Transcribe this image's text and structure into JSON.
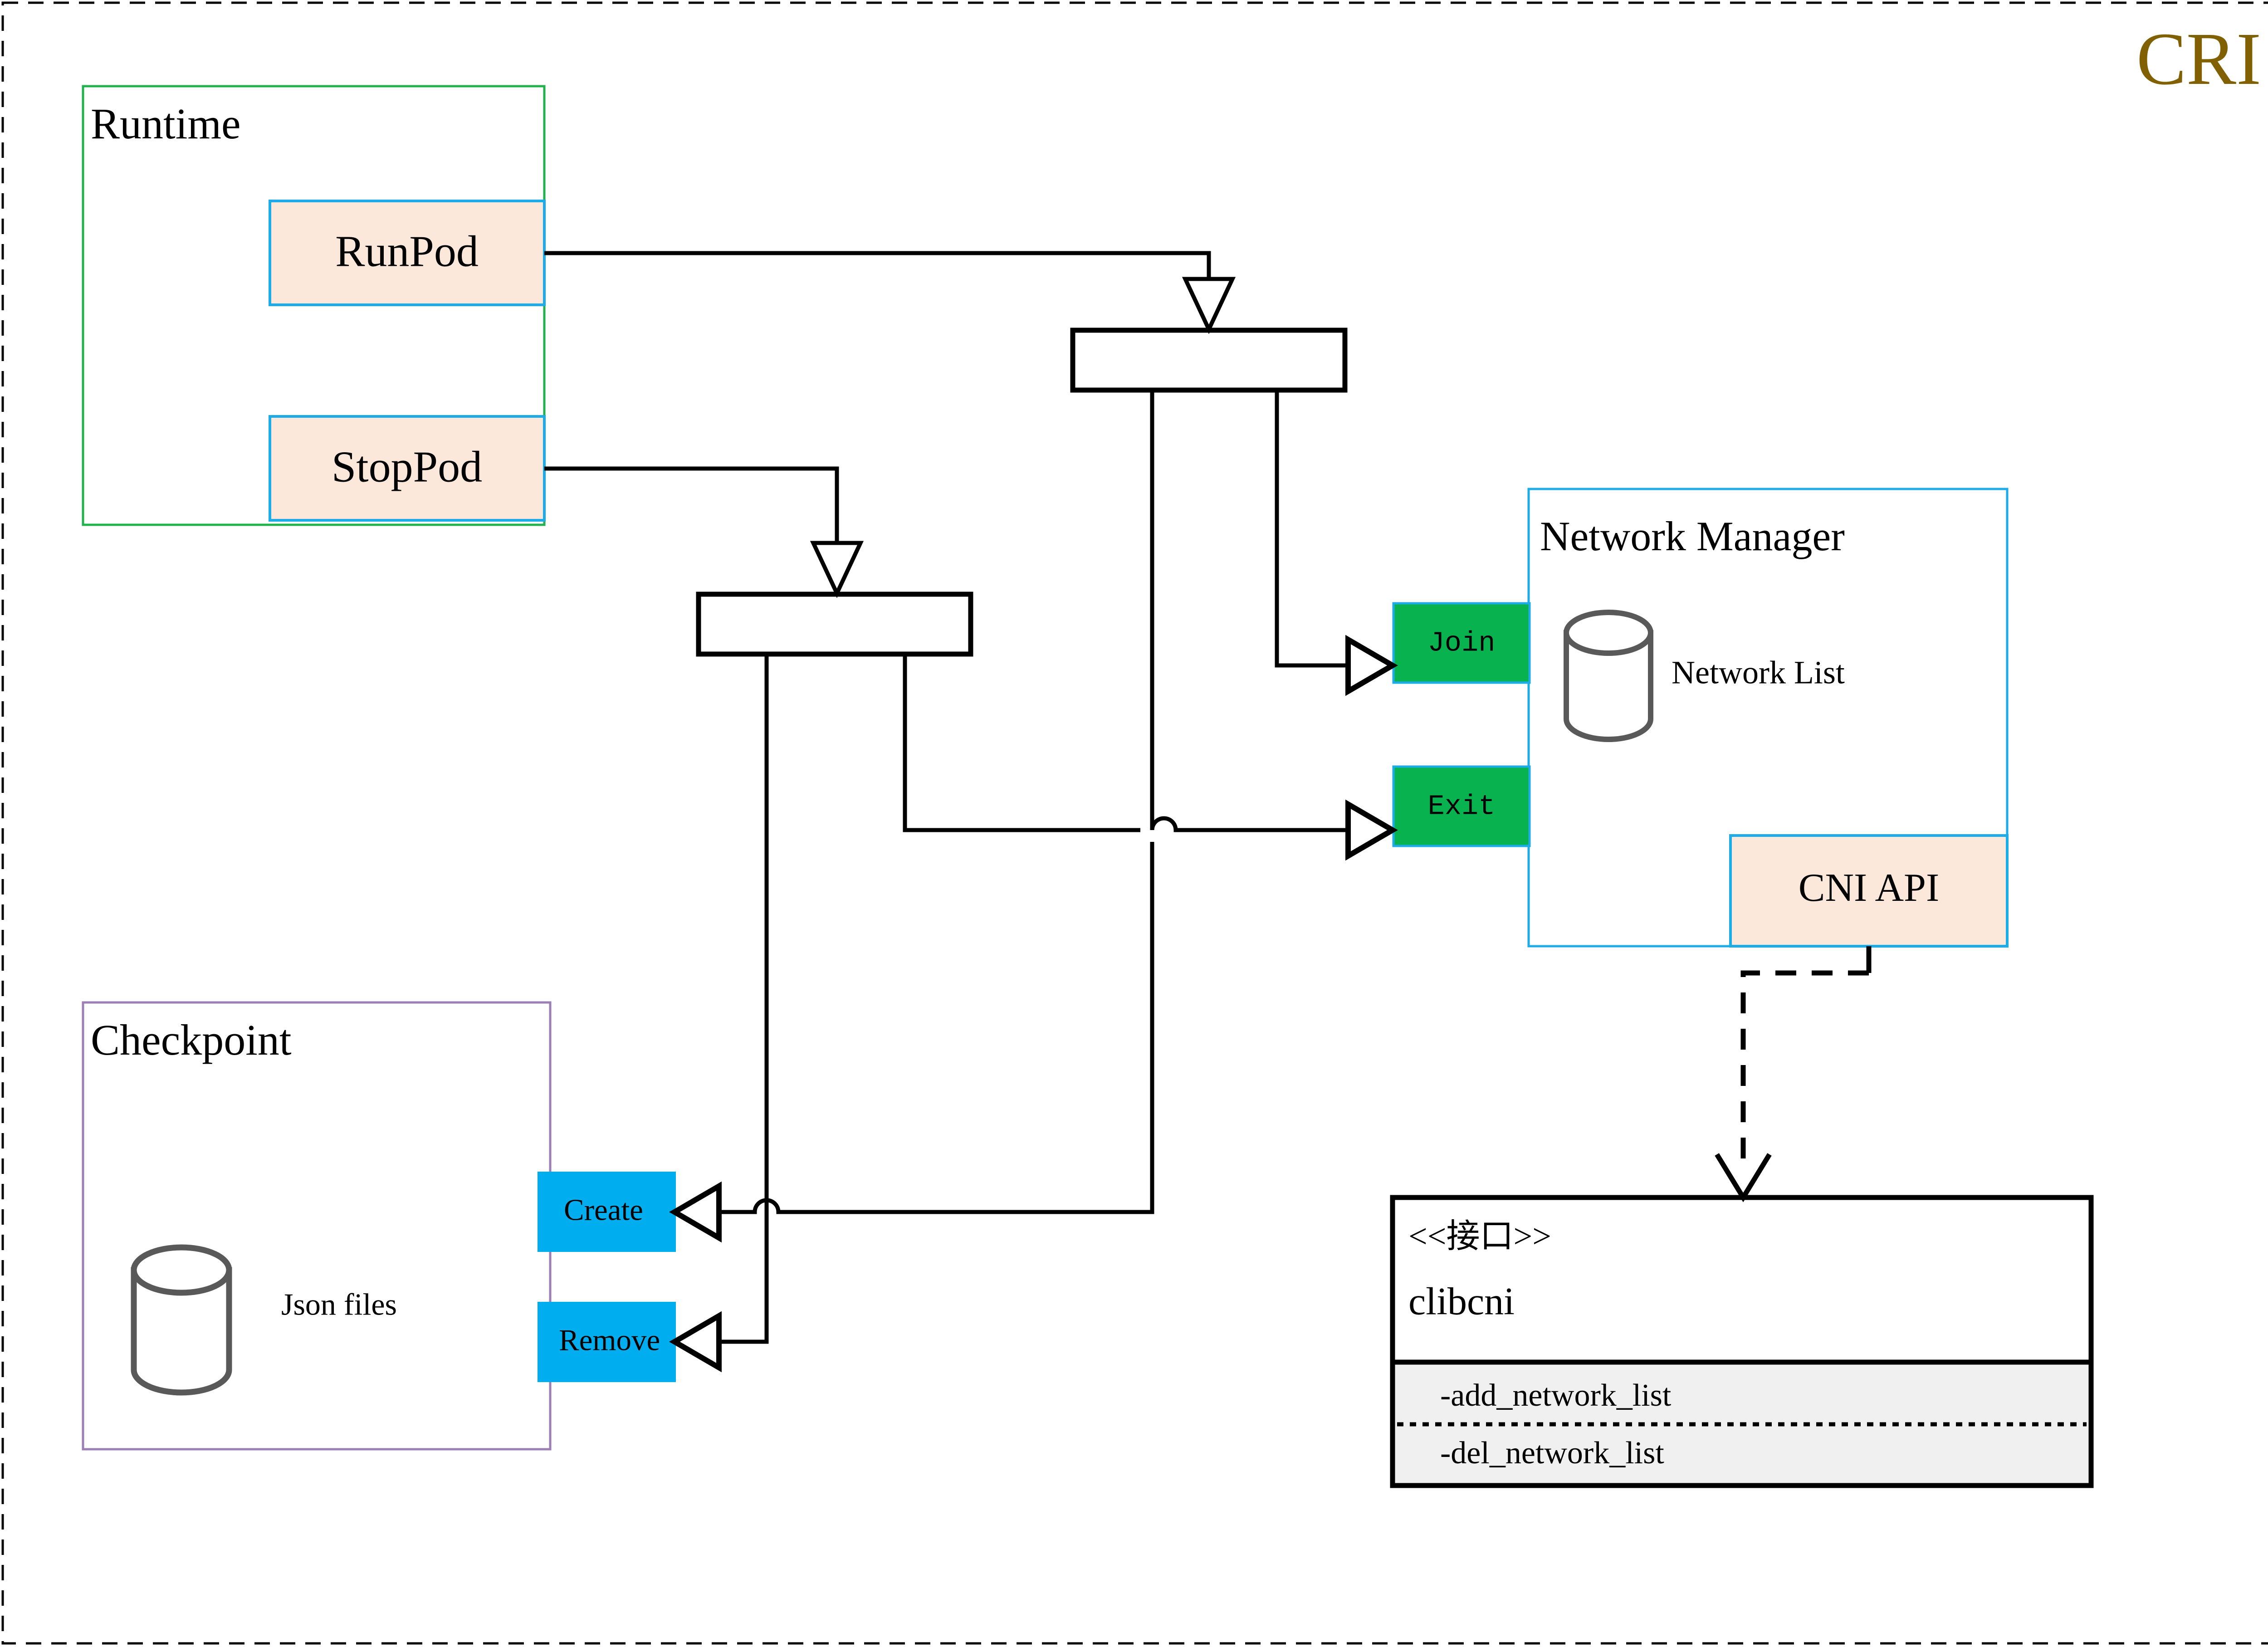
{
  "title": "CRI",
  "title_color": "#806000",
  "colors": {
    "peach_fill": "#FCE8DA",
    "lightblue_border": "#1DACE8",
    "green_border": "#22B14C",
    "purple_border": "#9B7FB5",
    "green_fill": "#07B24F",
    "cyan_fill": "#00AEEF",
    "gray_cylinder": "#595959",
    "interface_header_fill": "#FFFFFF",
    "interface_body_fill": "#F0F0F0",
    "line": "#000000"
  },
  "groups": {
    "runtime": {
      "label": "Runtime",
      "items": [
        {
          "label": "RunPod"
        },
        {
          "label": "StopPod"
        }
      ]
    },
    "checkpoint": {
      "label": "Checkpoint",
      "store_label": "Json files",
      "items": [
        {
          "label": "Create"
        },
        {
          "label": "Remove"
        }
      ]
    },
    "network_manager": {
      "label": "Network Manager",
      "store_label": "Network List",
      "api_label": "CNI API",
      "ports": [
        {
          "label": "Join"
        },
        {
          "label": "Exit"
        }
      ]
    },
    "interface": {
      "stereotype": "<<接口>>",
      "name": "clibcni",
      "methods": [
        {
          "label": "-add_network_list"
        },
        {
          "label": "-del_network_list"
        }
      ]
    }
  }
}
